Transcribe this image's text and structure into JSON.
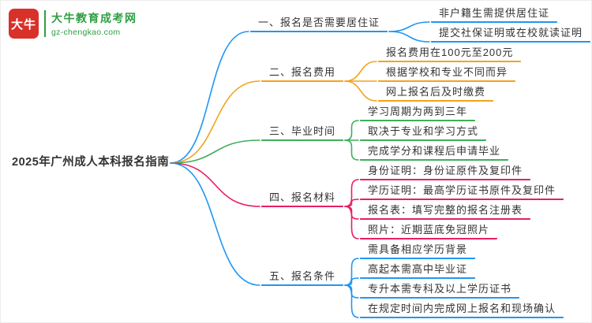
{
  "page": {
    "background": "#ffffff"
  },
  "logo": {
    "icon_text": "大牛",
    "site_name": "大牛教育成考网",
    "site_url": "gz-chengkao.com",
    "icon_bg": "#d8312a",
    "text_color": "#2f9e44"
  },
  "mindmap": {
    "root": {
      "label": "2025年广州成人本科报名指南",
      "text_color": "#333333"
    },
    "branches": [
      {
        "label": "一、报名是否需要居住证",
        "color": "#2196f3",
        "children": [
          "非户籍生需提供居住证",
          "提交社保证明或在校就读证明"
        ]
      },
      {
        "label": "二、报名费用",
        "color": "#f5a21c",
        "children": [
          "报名费用在100元至200元",
          "根据学校和专业不同而异",
          "网上报名后及时缴费"
        ]
      },
      {
        "label": "三、毕业时间",
        "color": "#3fae5a",
        "children": [
          "学习周期为两到三年",
          "取决于专业和学习方式",
          "完成学分和课程后申请毕业"
        ]
      },
      {
        "label": "四、报名材料",
        "color": "#e91e63",
        "children": [
          "身份证明：身份证原件及复印件",
          "学历证明：最高学历证书原件及复印件",
          "报名表：填写完整的报名注册表",
          "照片：近期蓝底免冠照片"
        ]
      },
      {
        "label": "五、报名条件",
        "color": "#2196f3",
        "children": [
          "需具备相应学历背景",
          "高起本需高中毕业证",
          "专升本需专科及以上学历证书",
          "在规定时间内完成网上报名和现场确认"
        ]
      }
    ]
  }
}
